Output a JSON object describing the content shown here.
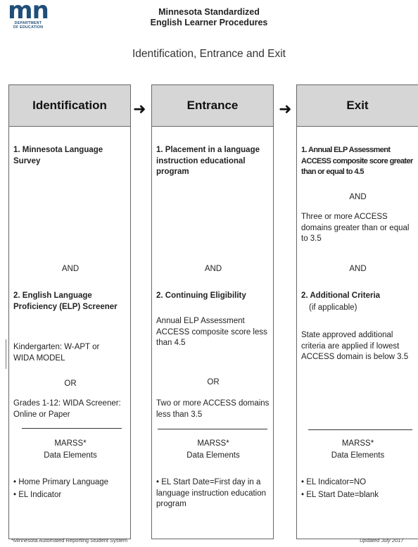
{
  "header": {
    "title_line1": "Minnesota Standardized",
    "title_line2": "English Learner Procedures",
    "subtitle": "Identification, Entrance and Exit",
    "logo_mark": "mn",
    "logo_dept_line1": "DEPARTMENT",
    "logo_dept_line2": "OF EDUCATION"
  },
  "arrows": [
    "➜",
    "➜"
  ],
  "identification": {
    "heading": "Identification",
    "item1": "1. Minnesota Language Survey",
    "and": "AND",
    "item2": "2. English Language Proficiency (ELP) Screener",
    "kinder": "Kindergarten: W-APT or WIDA MODEL",
    "or": "OR",
    "grades": "Grades 1-12: WIDA Screener: Online or Paper",
    "marss": "MARSS*",
    "data_elements": "Data Elements",
    "bullet1": "• Home Primary Language",
    "bullet2": "• EL Indicator"
  },
  "entrance": {
    "heading": "Entrance",
    "item1": "1. Placement in a language instruction educational program",
    "and": "AND",
    "item2": "2. Continuing Eligibility",
    "annual": "Annual ELP Assessment ACCESS composite score less than 4.5",
    "or": "OR",
    "two_or_more": "Two or more ACCESS domains less than 3.5",
    "marss": "MARSS*",
    "data_elements": "Data Elements",
    "bullet1": "• EL Start Date=First day in a language instruction education program"
  },
  "exit": {
    "heading": "Exit",
    "item1": "1. Annual ELP Assessment ACCESS composite score greater than or equal to 4.5",
    "and1": "AND",
    "three_or_more": "Three or more ACCESS domains greater than or equal to 3.5",
    "and2": "AND",
    "item2": "2. Additional Criteria",
    "if_applicable": "(if applicable)",
    "state": "State approved additional criteria are applied if lowest ACCESS domain is below 3.5",
    "marss": "MARSS*",
    "data_elements": "Data Elements",
    "bullet1": "• EL Indicator=NO",
    "bullet2": "• EL Start Date=blank"
  },
  "footer": {
    "footnote": "*Minnesota Automated Reporting Student System",
    "updated": "Updated July 2017"
  }
}
